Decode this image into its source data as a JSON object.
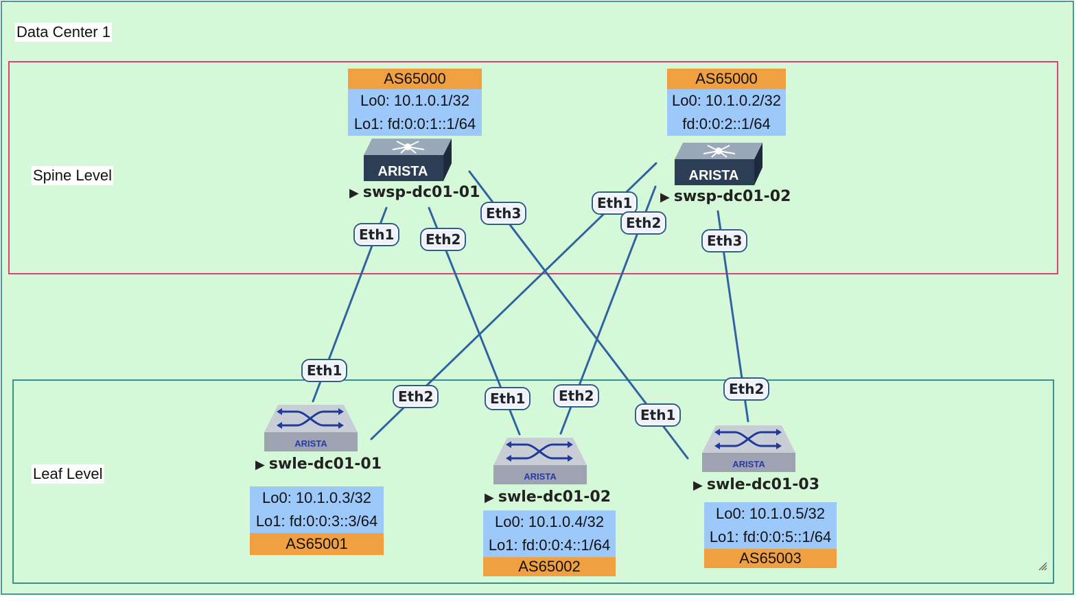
{
  "container": {
    "title": "Data Center 1"
  },
  "levels": {
    "spine": "Spine Level",
    "leaf": "Leaf Level"
  },
  "spines": [
    {
      "as": "AS65000",
      "lo0": "Lo0: 10.1.0.1/32",
      "lo1": "Lo1: fd:0:0:1::1/64",
      "name": "swsp-dc01-01",
      "vendor": "ARISTA"
    },
    {
      "as": "AS65000",
      "lo0": "Lo0: 10.1.0.2/32",
      "lo1": "fd:0:0:2::1/64",
      "name": "swsp-dc01-02",
      "vendor": "ARISTA"
    }
  ],
  "leaves": [
    {
      "as": "AS65001",
      "lo0": "Lo0: 10.1.0.3/32",
      "lo1": "Lo1: fd:0:0:3::3/64",
      "name": "swle-dc01-01",
      "vendor": "ARISTA"
    },
    {
      "as": "AS65002",
      "lo0": "Lo0: 10.1.0.4/32",
      "lo1": "Lo1: fd:0:0:4::1/64",
      "name": "swle-dc01-02",
      "vendor": "ARISTA"
    },
    {
      "as": "AS65003",
      "lo0": "Lo0: 10.1.0.5/32",
      "lo1": "Lo1: fd:0:0:5::1/64",
      "name": "swle-dc01-03",
      "vendor": "ARISTA"
    }
  ],
  "ports": {
    "sp1_eth1": "Eth1",
    "sp1_eth2": "Eth2",
    "sp1_eth3": "Eth3",
    "sp2_eth1": "Eth1",
    "sp2_eth2": "Eth2",
    "sp2_eth3": "Eth3",
    "l1_eth1": "Eth1",
    "l1_eth2": "Eth2",
    "l2_eth1": "Eth1",
    "l2_eth2": "Eth2",
    "l3_eth1": "Eth1",
    "l3_eth2": "Eth2"
  },
  "colors": {
    "background": "#d4f8d8",
    "link": "#2e63a0",
    "as_tag": "#f0a040",
    "ip_tag": "#9cc8fa",
    "spine_border": "#e0407a",
    "leaf_border": "#3a8e95"
  }
}
